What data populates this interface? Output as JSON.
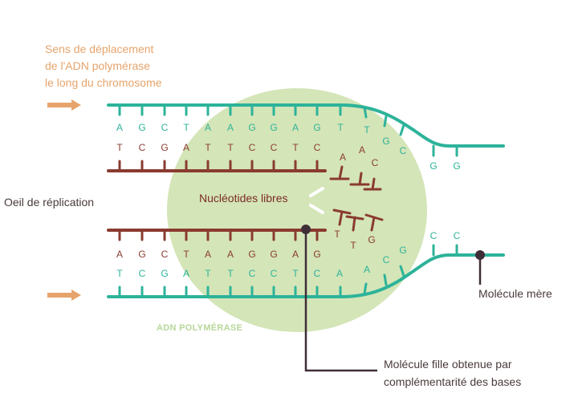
{
  "title_lines": [
    "Sens de déplacement",
    "de l'ADN polymérase",
    "le long du chromosome"
  ],
  "labels": {
    "replication_eye": "Oeil de réplication",
    "free_nucleotides": "Nucléotides libres",
    "enzyme": "ADN POLYMÉRASE",
    "parent_molecule": "Molécule mère",
    "daughter_line1": "Molécule fille obtenue par",
    "daughter_line2": "complémentarité des bases"
  },
  "colors": {
    "teal": "#2db39a",
    "brown": "#8a3b30",
    "orange": "#e6a46c",
    "enzyme": "#cfe2b0",
    "dark": "#3f2e38"
  },
  "strands": {
    "top_outer": [
      "A",
      "G",
      "C",
      "T",
      "A",
      "A",
      "G",
      "G",
      "A",
      "G",
      "T",
      "T",
      "G",
      "C",
      "G",
      "G"
    ],
    "top_inner": [
      "T",
      "C",
      "G",
      "A",
      "T",
      "T",
      "C",
      "C",
      "T",
      "C"
    ],
    "bottom_inner": [
      "A",
      "G",
      "C",
      "T",
      "A",
      "A",
      "G",
      "G",
      "A",
      "G"
    ],
    "bottom_outer": [
      "T",
      "C",
      "G",
      "A",
      "T",
      "T",
      "C",
      "C",
      "T",
      "C",
      "A",
      "A",
      "C",
      "G",
      "C",
      "C"
    ]
  },
  "free_nucleotides_top": [
    "A",
    "A",
    "C"
  ],
  "free_nucleotides_bottom": [
    "T",
    "T",
    "G"
  ]
}
